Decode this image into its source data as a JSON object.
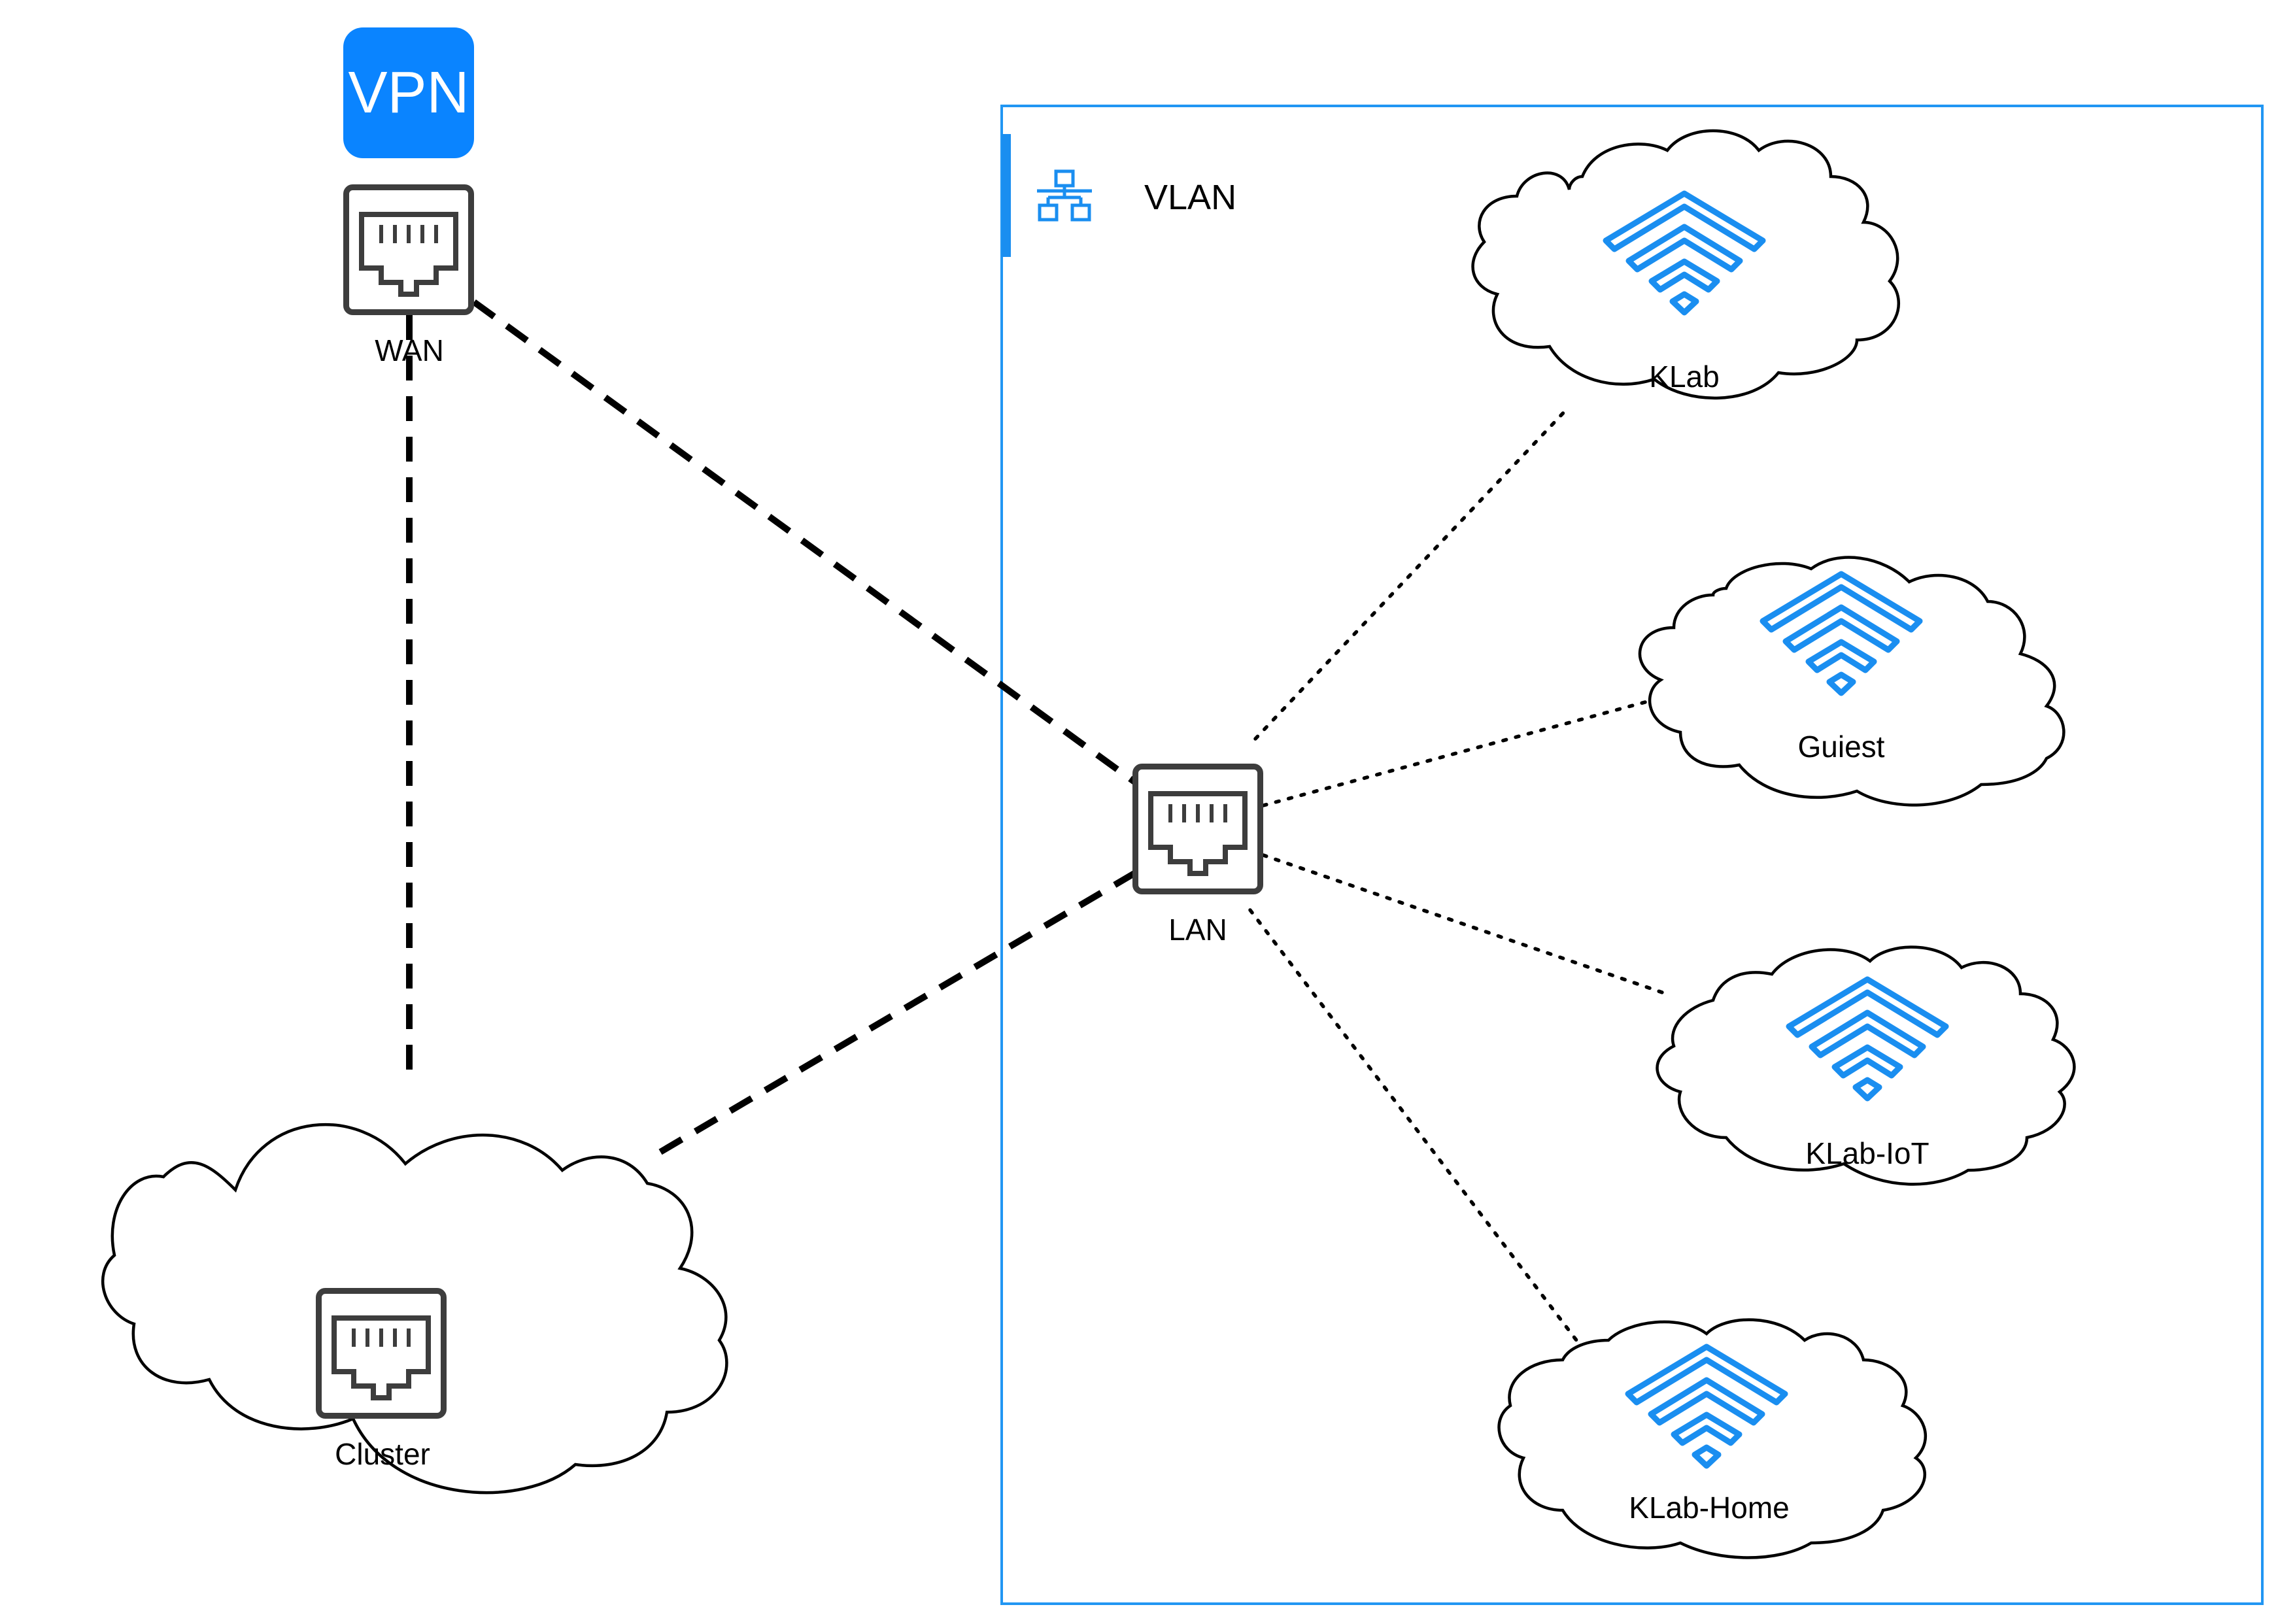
{
  "vpn": {
    "label": "VPN"
  },
  "vlan_group": {
    "label": "VLAN",
    "icon": "network-hierarchy-icon"
  },
  "nodes": {
    "wan": {
      "label": "WAN",
      "icon": "ethernet-port-icon"
    },
    "lan": {
      "label": "LAN",
      "icon": "ethernet-port-icon"
    },
    "cluster": {
      "label": "Cluster",
      "icon": "ethernet-port-icon"
    }
  },
  "networks": [
    {
      "label": "KLab",
      "icon": "wifi-icon"
    },
    {
      "label": "Guiest",
      "icon": "wifi-icon"
    },
    {
      "label": "KLab-IoT",
      "icon": "wifi-icon"
    },
    {
      "label": "KLab-Home",
      "icon": "wifi-icon"
    }
  ],
  "colors": {
    "accent": "#0a84ff",
    "wifi": "#1a8ef0",
    "group_border": "#2196f3",
    "port": "#3d3d3d",
    "line": "#000000"
  }
}
